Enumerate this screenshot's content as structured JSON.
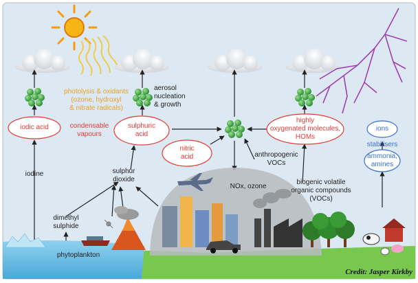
{
  "labels": {
    "photolysis": "photolysis & oxidants\n(ozone, hydroxyl\n& nitrate radicals)",
    "aerosol": "aerosol\nnucleation\n& growth",
    "iodic_acid": "iodic acid",
    "condensable": "condensable\nvapours",
    "sulphuric_acid": "sulphuric\nacid",
    "nitric_acid": "nitric\nacid",
    "homs": "highly\noxygenated molecules,\nHOMs",
    "ions": "ions",
    "stabilisers": "stabilisers",
    "ammonia": "ammonia,\namines",
    "anthropogenic": "anthropogenic\nVOCs",
    "nox": "NOx, ozone",
    "biogenic": "biogenic volatile\norganic compounds\n(VOCs)",
    "iodine": "iodine",
    "sulphur_dioxide": "sulphur\ndioxide",
    "dimethyl": "dimethyl\nsulphide",
    "phytoplankton": "phytoplankton",
    "credit": "Credit: Jasper Kirkby"
  },
  "colors": {
    "red": "#e53935",
    "orange": "#f0a020",
    "blue": "#3b6fd6",
    "sky": "#dce8f2",
    "cluster": "#2e9e3e",
    "lightning": "#a040b0"
  }
}
